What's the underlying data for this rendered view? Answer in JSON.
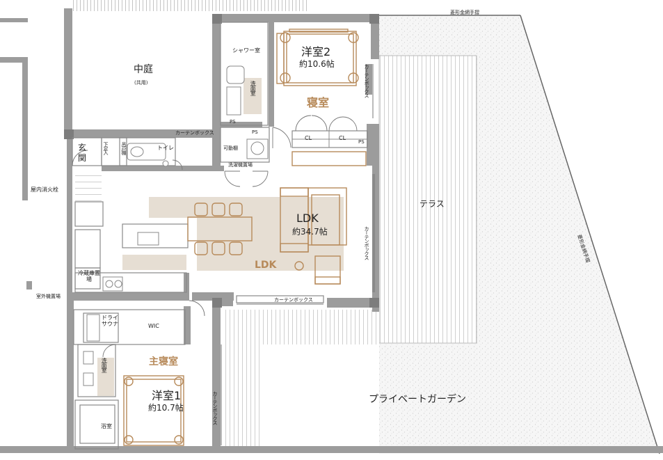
{
  "colors": {
    "wall": "#9a9a9a",
    "wall_dark": "#7d7d7d",
    "furniture": "#b78a5a",
    "rug": "#e6ded3",
    "gravel": "#f3f3f3",
    "deck_line": "#c9c9c9"
  },
  "labels": {
    "courtyard": "中庭",
    "courtyard_note": "(共用)",
    "fire_hydrant": "屋内消火栓",
    "outdoor_unit": "室外機置場",
    "entrance": "玄関",
    "shoe_storage": "下足入",
    "toilet_cabinet": "吊戸棚",
    "toilet": "トイレ",
    "shower": "シャワー室",
    "washroom": "洗面室",
    "ps": "PS",
    "ps2": "PS",
    "ps3": "PS",
    "movable_shelf": "可動棚",
    "laundry": "洗濯機置場",
    "curtain_box_top": "カーテンボックス",
    "curtain_box_bottom": "カーテンボックス",
    "curtain_box_right_upper": "カーテンボックス",
    "curtain_box_right_lower": "カーテンボックス",
    "curtain_box_master": "カーテンボックス",
    "bedroom2_name": "洋室2",
    "bedroom2_area": "約10.6帖",
    "bedroom2_tag": "寝室",
    "cl1": "CL",
    "cl2": "CL",
    "ldk_name": "LDK",
    "ldk_area": "約34.7帖",
    "ldk_tag": "LDK",
    "terrace": "テラス",
    "railing_top": "菱形金網手摺",
    "railing_right": "菱形金網手摺",
    "fridge": "冷蔵庫置場",
    "dry_sauna": "ドライサウナ",
    "wic": "WIC",
    "master_washroom": "洗面室",
    "master_tag": "主寝室",
    "bedroom1_name": "洋室1",
    "bedroom1_area": "約10.7帖",
    "bath": "浴室",
    "private_garden": "プライベートガーデン"
  }
}
